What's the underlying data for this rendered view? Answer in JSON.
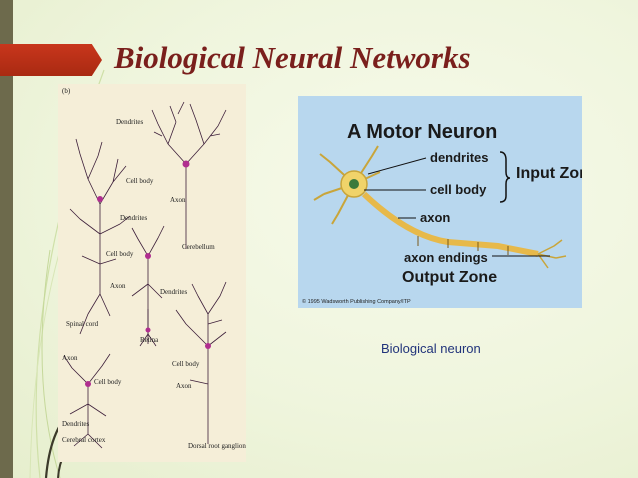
{
  "slide": {
    "title": "Biological Neural Networks",
    "caption": "Biological neuron"
  },
  "neuron_figure": {
    "panel_label": "(b)",
    "labels": {
      "dendrites_1": "Dendrites",
      "cell_body_1": "Cell body",
      "axon_1": "Axon",
      "dendrites_2": "Dendrites",
      "cerebellum": "Cerebellum",
      "cell_body_2": "Cell body",
      "axon_2": "Axon",
      "dendrites_3": "Dendrites",
      "spinal_cord": "Spinal cord",
      "retina": "Retina",
      "axon_3": "Axon",
      "cell_body_3": "Cell body",
      "cell_body_4": "Cell body",
      "axon_4": "Axon",
      "dendrites_4": "Dendrites",
      "cerebral_cortex": "Cerebral cortex",
      "dorsal_root_ganglion": "Dorsal root ganglion"
    }
  },
  "motor_neuron_figure": {
    "heading": "A Motor Neuron",
    "labels": {
      "dendrites": "dendrites",
      "cell_body": "cell body",
      "input_zone": "Input Zone",
      "axon": "axon",
      "axon_endings": "axon endings",
      "output_zone": "Output Zone"
    },
    "copyright": "© 1995 Wadsworth Publishing Company/ITP"
  },
  "colors": {
    "title": "#7a1f1c",
    "accent_tab": "#c8361c",
    "caption": "#21337a",
    "left_bar": "#6d6a4c",
    "motor_panel_bg": "#b8d7ee"
  }
}
